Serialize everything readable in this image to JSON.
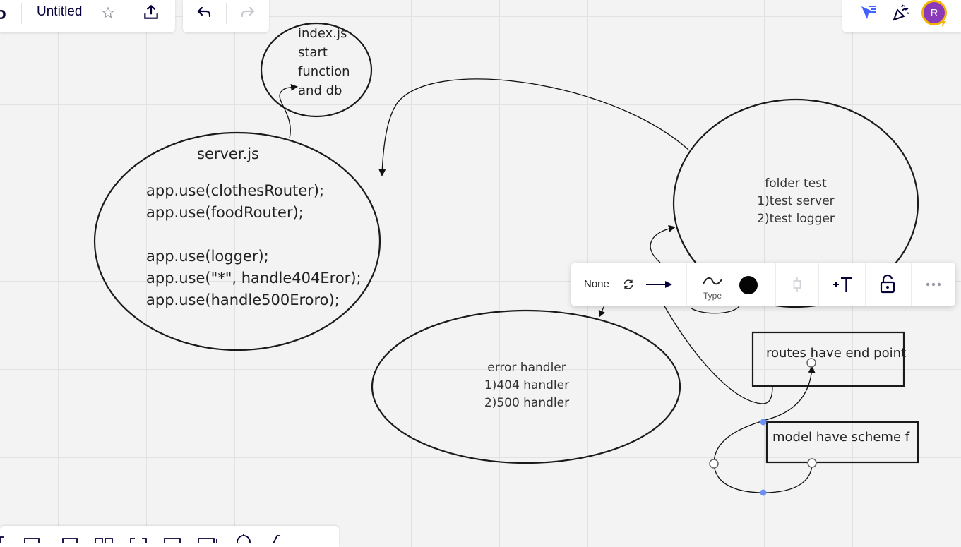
{
  "header": {
    "title": "Untitled"
  },
  "nodes": {
    "index": {
      "lines": [
        "index.js",
        "start",
        "function",
        "and db"
      ]
    },
    "server": {
      "title": "server.js",
      "lines": [
        "app.use(clothesRouter);",
        "app.use(foodRouter);",
        "",
        "app.use(logger);",
        "app.use(\"*\", handle404Eror);",
        "app.use(handle500Eroro);"
      ]
    },
    "folder_test": {
      "lines": [
        "folder test",
        "1)test server",
        "2)test logger"
      ]
    },
    "error_handler": {
      "lines": [
        "error handler",
        "1)404 handler",
        "2)500 handler"
      ]
    },
    "routes": {
      "text": "routes have end point"
    },
    "model": {
      "text": "model have scheme f"
    }
  },
  "context_toolbar": {
    "start_cap_label": "None",
    "type_label": "Type",
    "icons": [
      "swap-icon",
      "arrow-end-icon",
      "curve-type-icon",
      "color-dot-icon",
      "connector-point-icon",
      "add-text-icon",
      "lock-icon",
      "more-icon"
    ]
  },
  "user": {
    "avatar_initial": "R",
    "avatar_color": "#8a3ab9"
  }
}
